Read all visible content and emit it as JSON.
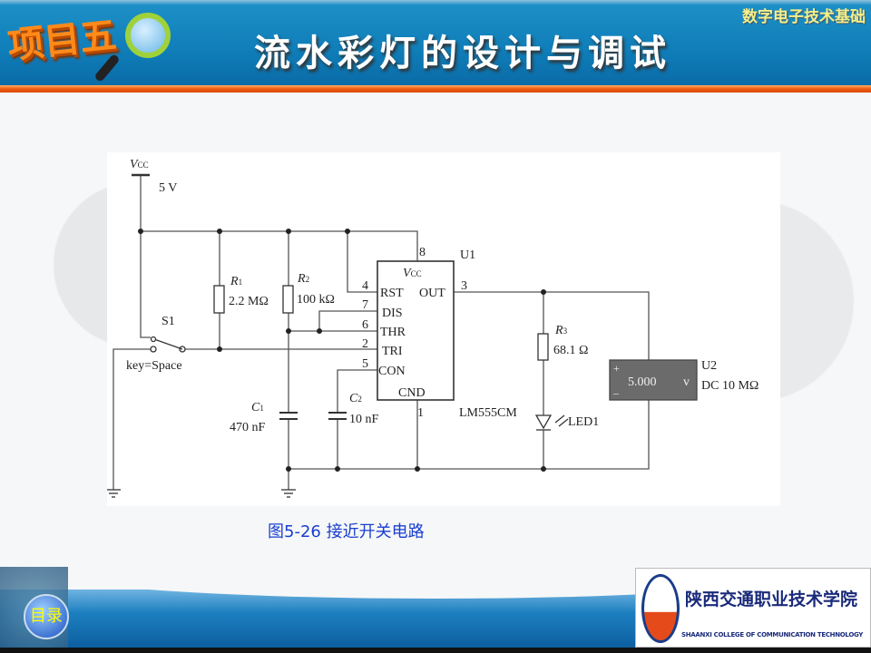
{
  "header": {
    "project_label": "项目五",
    "title": "流水彩灯的设计与调试",
    "course": "数字电子技术基础"
  },
  "circuit": {
    "vcc_label": "V",
    "vcc_sub": "CC",
    "supply": "5 V",
    "switch": {
      "name": "S1",
      "key": "key=Space"
    },
    "r1": {
      "name": "R",
      "sub": "1",
      "value": "2.2 MΩ"
    },
    "r2": {
      "name": "R",
      "sub": "2",
      "value": "100 kΩ"
    },
    "r3": {
      "name": "R",
      "sub": "3",
      "value": "68.1 Ω"
    },
    "c1": {
      "name": "C",
      "sub": "1",
      "value": "470 nF"
    },
    "c2": {
      "name": "C",
      "sub": "2",
      "value": "10 nF"
    },
    "chip": {
      "name": "U1",
      "part": "LM555CM",
      "vcc": "V",
      "vcc_sub": "CC",
      "pins": {
        "rst": "RST",
        "out": "OUT",
        "dis": "DIS",
        "thr": "THR",
        "tri": "TRI",
        "con": "CON",
        "gnd": "CND"
      },
      "pin_numbers": {
        "p8": "8",
        "p4": "4",
        "p7": "7",
        "p6": "6",
        "p2": "2",
        "p5": "5",
        "p1": "1",
        "p3": "3"
      }
    },
    "led": "LED1",
    "voltmeter": {
      "name": "U2",
      "mode": "DC 10 MΩ",
      "reading": "5.000",
      "unit": "v",
      "plus": "+",
      "minus": "–"
    }
  },
  "caption": "图5-26 接近开关电路",
  "footer": {
    "toc_label": "目录",
    "college_name": "陕西交通职业技术学院",
    "college_english": "SHAANXI COLLEGE OF COMMUNICATION TECHNOLOGY"
  }
}
